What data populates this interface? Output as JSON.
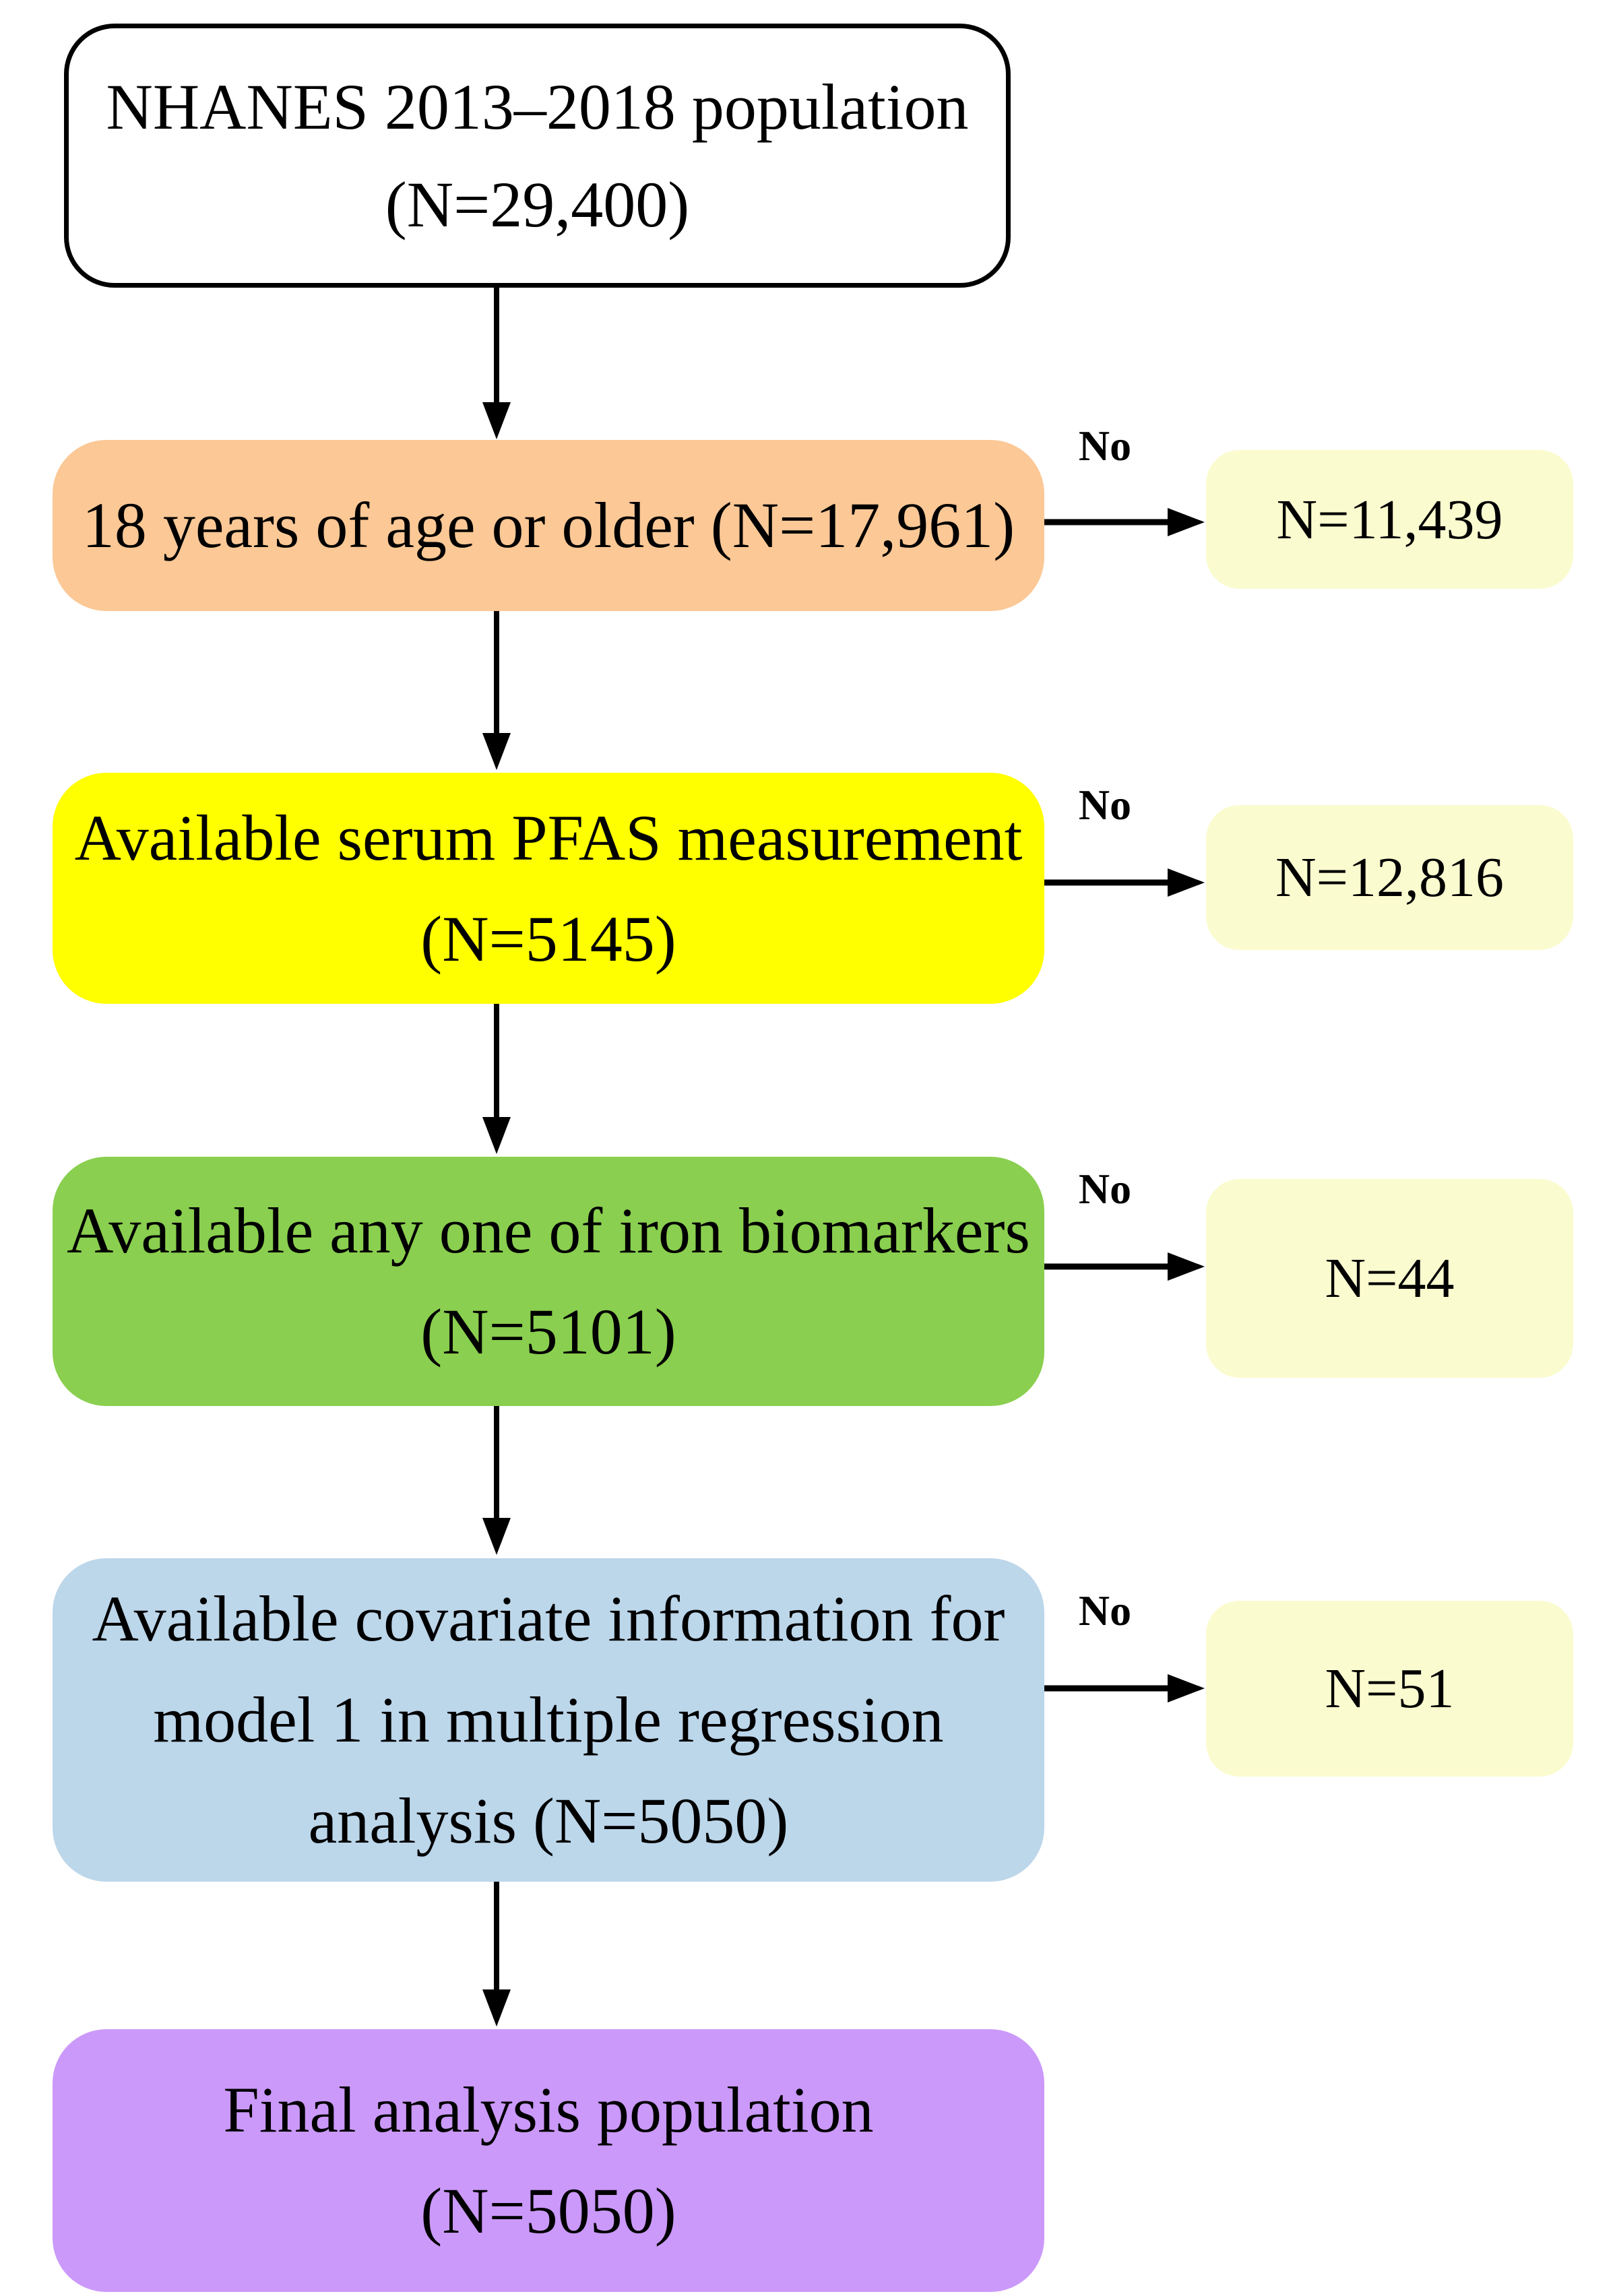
{
  "flow": {
    "start": {
      "line1": "NHANES 2013–2018 population",
      "line2": "(N=29,400)"
    },
    "age": {
      "line1": "18 years of age or older (N=17,961)",
      "no_label": "No",
      "excluded": "N=11,439"
    },
    "pfas": {
      "line1": "Available serum PFAS measurement",
      "line2": "(N=5145)",
      "no_label": "No",
      "excluded": "N=12,816"
    },
    "iron": {
      "line1": "Available any one of iron biomarkers",
      "line2": "(N=5101)",
      "no_label": "No",
      "excluded": "N=44"
    },
    "covariate": {
      "line1": "Available covariate information for",
      "line2": "model 1 in multiple regression",
      "line3": "analysis (N=5050)",
      "no_label": "No",
      "excluded": "N=51"
    },
    "final": {
      "line1": "Final analysis population",
      "line2": "(N=5050)"
    }
  },
  "colors": {
    "start_bg": "#ffffff",
    "start_border": "#000000",
    "age_bg": "#FBC896",
    "pfas_bg": "#FFFF00",
    "iron_bg": "#8ACF4F",
    "covariate_bg": "#BCD6EA",
    "final_bg": "#CB99FA",
    "excluded_bg": "#FBFBD0",
    "arrow": "#000000",
    "text": "#000000"
  }
}
